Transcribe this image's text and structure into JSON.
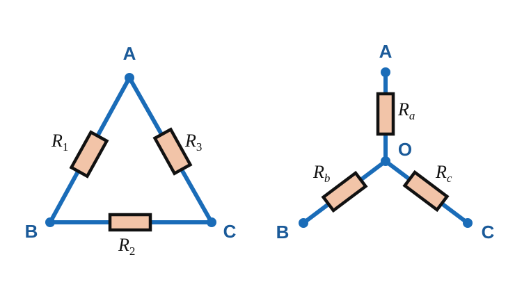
{
  "colors": {
    "wire": "#1a6cb8",
    "resistor_fill": "#f2c4a8",
    "resistor_stroke": "#111111",
    "node_label": "#1a5a99"
  },
  "delta": {
    "nodes": {
      "a": "A",
      "b": "B",
      "c": "C"
    },
    "resistors": {
      "r1": {
        "symbol": "R",
        "sub": "1"
      },
      "r2": {
        "symbol": "R",
        "sub": "2"
      },
      "r3": {
        "symbol": "R",
        "sub": "3"
      }
    }
  },
  "star": {
    "nodes": {
      "a": "A",
      "b": "B",
      "c": "C",
      "o": "O"
    },
    "resistors": {
      "ra": {
        "symbol": "R",
        "sub": "a"
      },
      "rb": {
        "symbol": "R",
        "sub": "b"
      },
      "rc": {
        "symbol": "R",
        "sub": "c"
      }
    }
  }
}
